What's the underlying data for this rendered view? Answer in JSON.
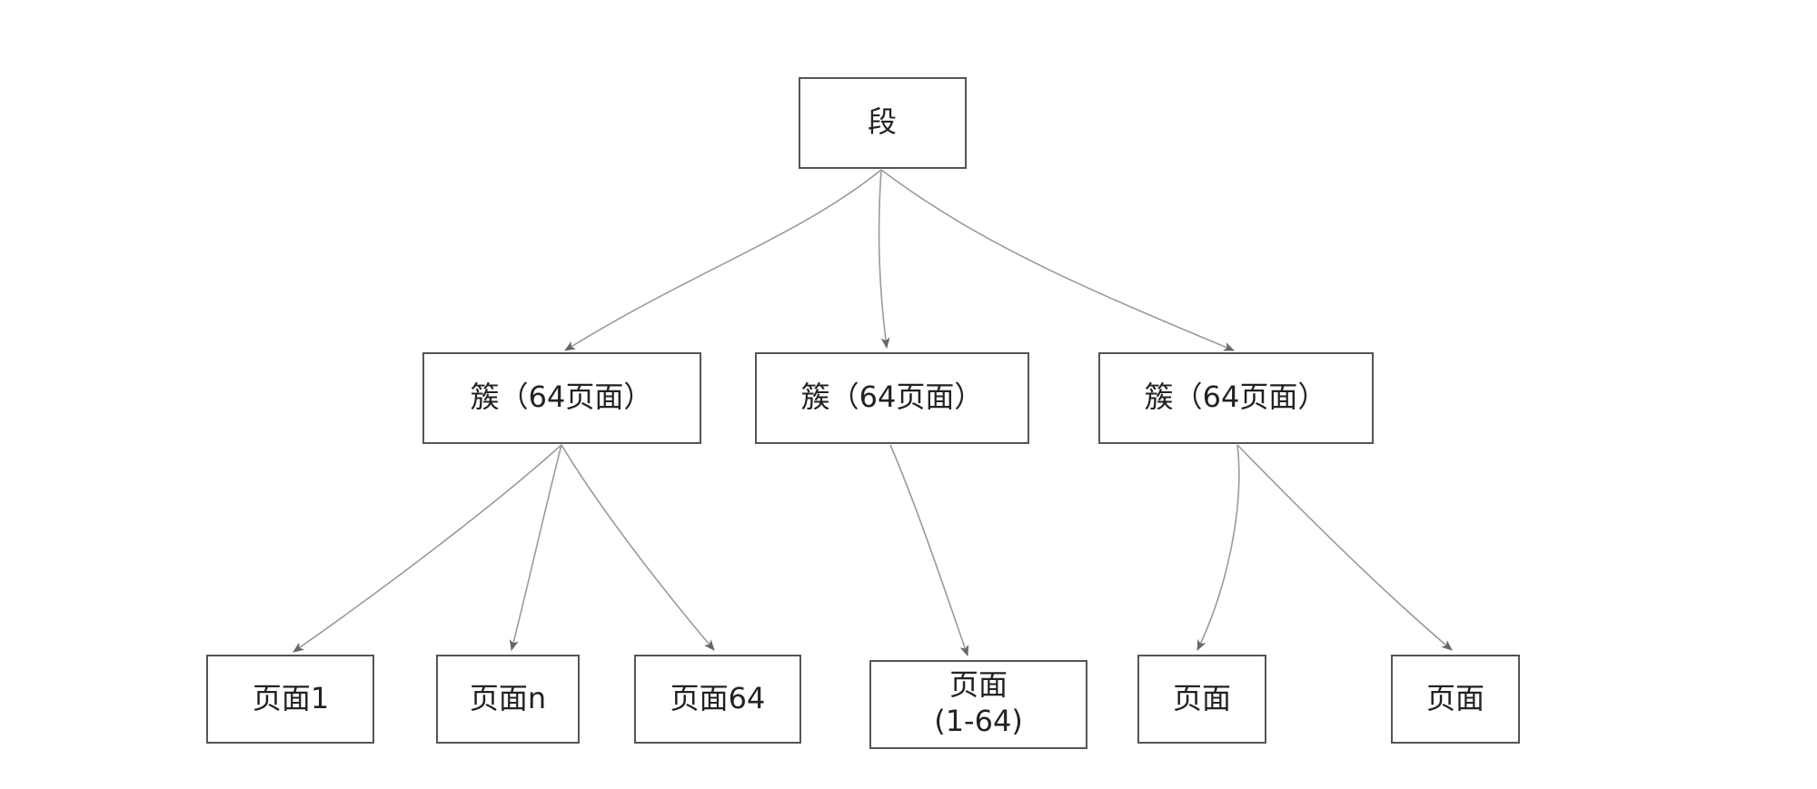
{
  "nodes": {
    "segment": {
      "label": "段"
    },
    "cluster_left": {
      "label": "簇（64页面）"
    },
    "cluster_middle": {
      "label": "簇（64页面）"
    },
    "cluster_right": {
      "label": "簇（64页面）"
    },
    "page_1": {
      "label": "页面1"
    },
    "page_n": {
      "label": "页面n"
    },
    "page_64": {
      "label": "页面64"
    },
    "page_range": {
      "line1": "页面",
      "line2": "(1-64)"
    },
    "page_right_a": {
      "label": "页面"
    },
    "page_right_b": {
      "label": "页面"
    }
  },
  "edges": [
    {
      "from": "segment",
      "to": "cluster_left"
    },
    {
      "from": "segment",
      "to": "cluster_middle"
    },
    {
      "from": "segment",
      "to": "cluster_right"
    },
    {
      "from": "cluster_left",
      "to": "page_1"
    },
    {
      "from": "cluster_left",
      "to": "page_n"
    },
    {
      "from": "cluster_left",
      "to": "page_64"
    },
    {
      "from": "cluster_middle",
      "to": "page_range"
    },
    {
      "from": "cluster_right",
      "to": "page_right_a"
    },
    {
      "from": "cluster_right",
      "to": "page_right_b"
    }
  ],
  "colors": {
    "box_stroke": "#555555",
    "edge_stroke": "#9a9a9a",
    "arrowhead": "#666666",
    "text": "#222222"
  }
}
